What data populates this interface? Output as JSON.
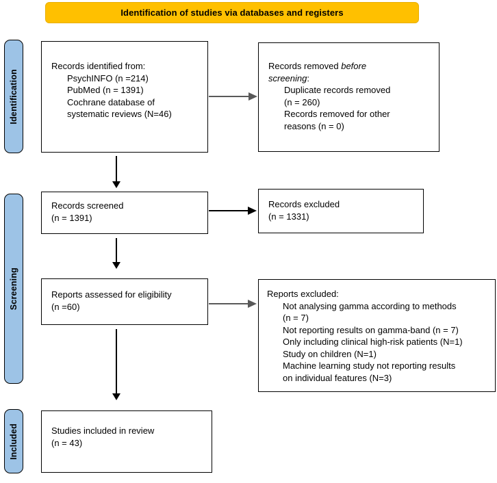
{
  "banner": {
    "title": "Identification of studies via databases and registers",
    "color": "#FFC000"
  },
  "stages": {
    "color": "#9DC3E6",
    "identification": "Identification",
    "screening": "Screening",
    "included": "Included"
  },
  "boxes": {
    "identified": {
      "name": "Records identified from",
      "lines": [
        "Records identified from:",
        "PsychINFO (n =214)",
        "PubMed (n = 1391)",
        "Cochrane database of",
        "systematic reviews (N=46)"
      ]
    },
    "removed": {
      "name": "Records removed before screening",
      "line1a": "Records removed ",
      "line1b": "before",
      "line2a": "screening",
      "line2b": ":",
      "lines": [
        "Duplicate records removed",
        "(n = 260)",
        "Records removed for other",
        "reasons (n = 0)"
      ]
    },
    "screened": {
      "name": "Records screened",
      "lines": [
        "Records screened",
        "(n = 1391)"
      ]
    },
    "excluded": {
      "name": "Records excluded",
      "lines": [
        "Records excluded",
        "(n = 1331)"
      ]
    },
    "assessed": {
      "name": "Reports assessed for eligibility",
      "lines": [
        "Reports assessed for eligibility",
        "(n =60)"
      ]
    },
    "reports_excluded": {
      "name": "Reports excluded",
      "header": "Reports excluded:",
      "lines": [
        "Not analysing gamma according to methods",
        "(n = 7)",
        "Not reporting results on gamma-band (n = 7)",
        "Only including clinical high-risk patients (N=1)",
        "Study on children (N=1)",
        "Machine learning study not reporting results",
        "on individual features (N=3)"
      ]
    },
    "included": {
      "name": "Studies included in review",
      "lines": [
        "Studies included in review",
        "(n = 43)"
      ]
    }
  },
  "arrows": {
    "identified_to_removed": "arrow-right-gray",
    "screened_to_excluded": "arrow-right-black",
    "assessed_to_reports_excluded": "arrow-right-gray",
    "identified_to_screened": "arrow-down-black",
    "screened_to_assessed": "arrow-down-black",
    "assessed_to_included": "arrow-down-black"
  },
  "chart_data": {
    "type": "diagram",
    "diagram_type": "PRISMA 2020 flow diagram",
    "title": "Identification of studies via databases and registers",
    "nodes": [
      {
        "id": "identified",
        "stage": "Identification",
        "label": "Records identified from",
        "sources": [
          {
            "source": "PsychINFO",
            "n": 214
          },
          {
            "source": "PubMed",
            "n": 1391
          },
          {
            "source": "Cochrane database of systematic reviews",
            "n": 46
          }
        ]
      },
      {
        "id": "removed",
        "stage": "Identification",
        "label": "Records removed before screening",
        "reasons": [
          {
            "reason": "Duplicate records removed",
            "n": 260
          },
          {
            "reason": "Records removed for other reasons",
            "n": 0
          }
        ]
      },
      {
        "id": "screened",
        "stage": "Screening",
        "label": "Records screened",
        "n": 1391
      },
      {
        "id": "excluded",
        "stage": "Screening",
        "label": "Records excluded",
        "n": 1331
      },
      {
        "id": "assessed",
        "stage": "Screening",
        "label": "Reports assessed for eligibility",
        "n": 60
      },
      {
        "id": "reports_excluded",
        "stage": "Screening",
        "label": "Reports excluded",
        "reasons": [
          {
            "reason": "Not analysing gamma according to methods",
            "n": 7
          },
          {
            "reason": "Not reporting results on gamma-band",
            "n": 7
          },
          {
            "reason": "Only including clinical high-risk patients",
            "n": 1
          },
          {
            "reason": "Study on children",
            "n": 1
          },
          {
            "reason": "Machine learning study not reporting results on individual features",
            "n": 3
          }
        ]
      },
      {
        "id": "included",
        "stage": "Included",
        "label": "Studies included in review",
        "n": 43
      }
    ],
    "edges": [
      {
        "from": "identified",
        "to": "removed"
      },
      {
        "from": "identified",
        "to": "screened"
      },
      {
        "from": "screened",
        "to": "excluded"
      },
      {
        "from": "screened",
        "to": "assessed"
      },
      {
        "from": "assessed",
        "to": "reports_excluded"
      },
      {
        "from": "assessed",
        "to": "included"
      }
    ]
  }
}
